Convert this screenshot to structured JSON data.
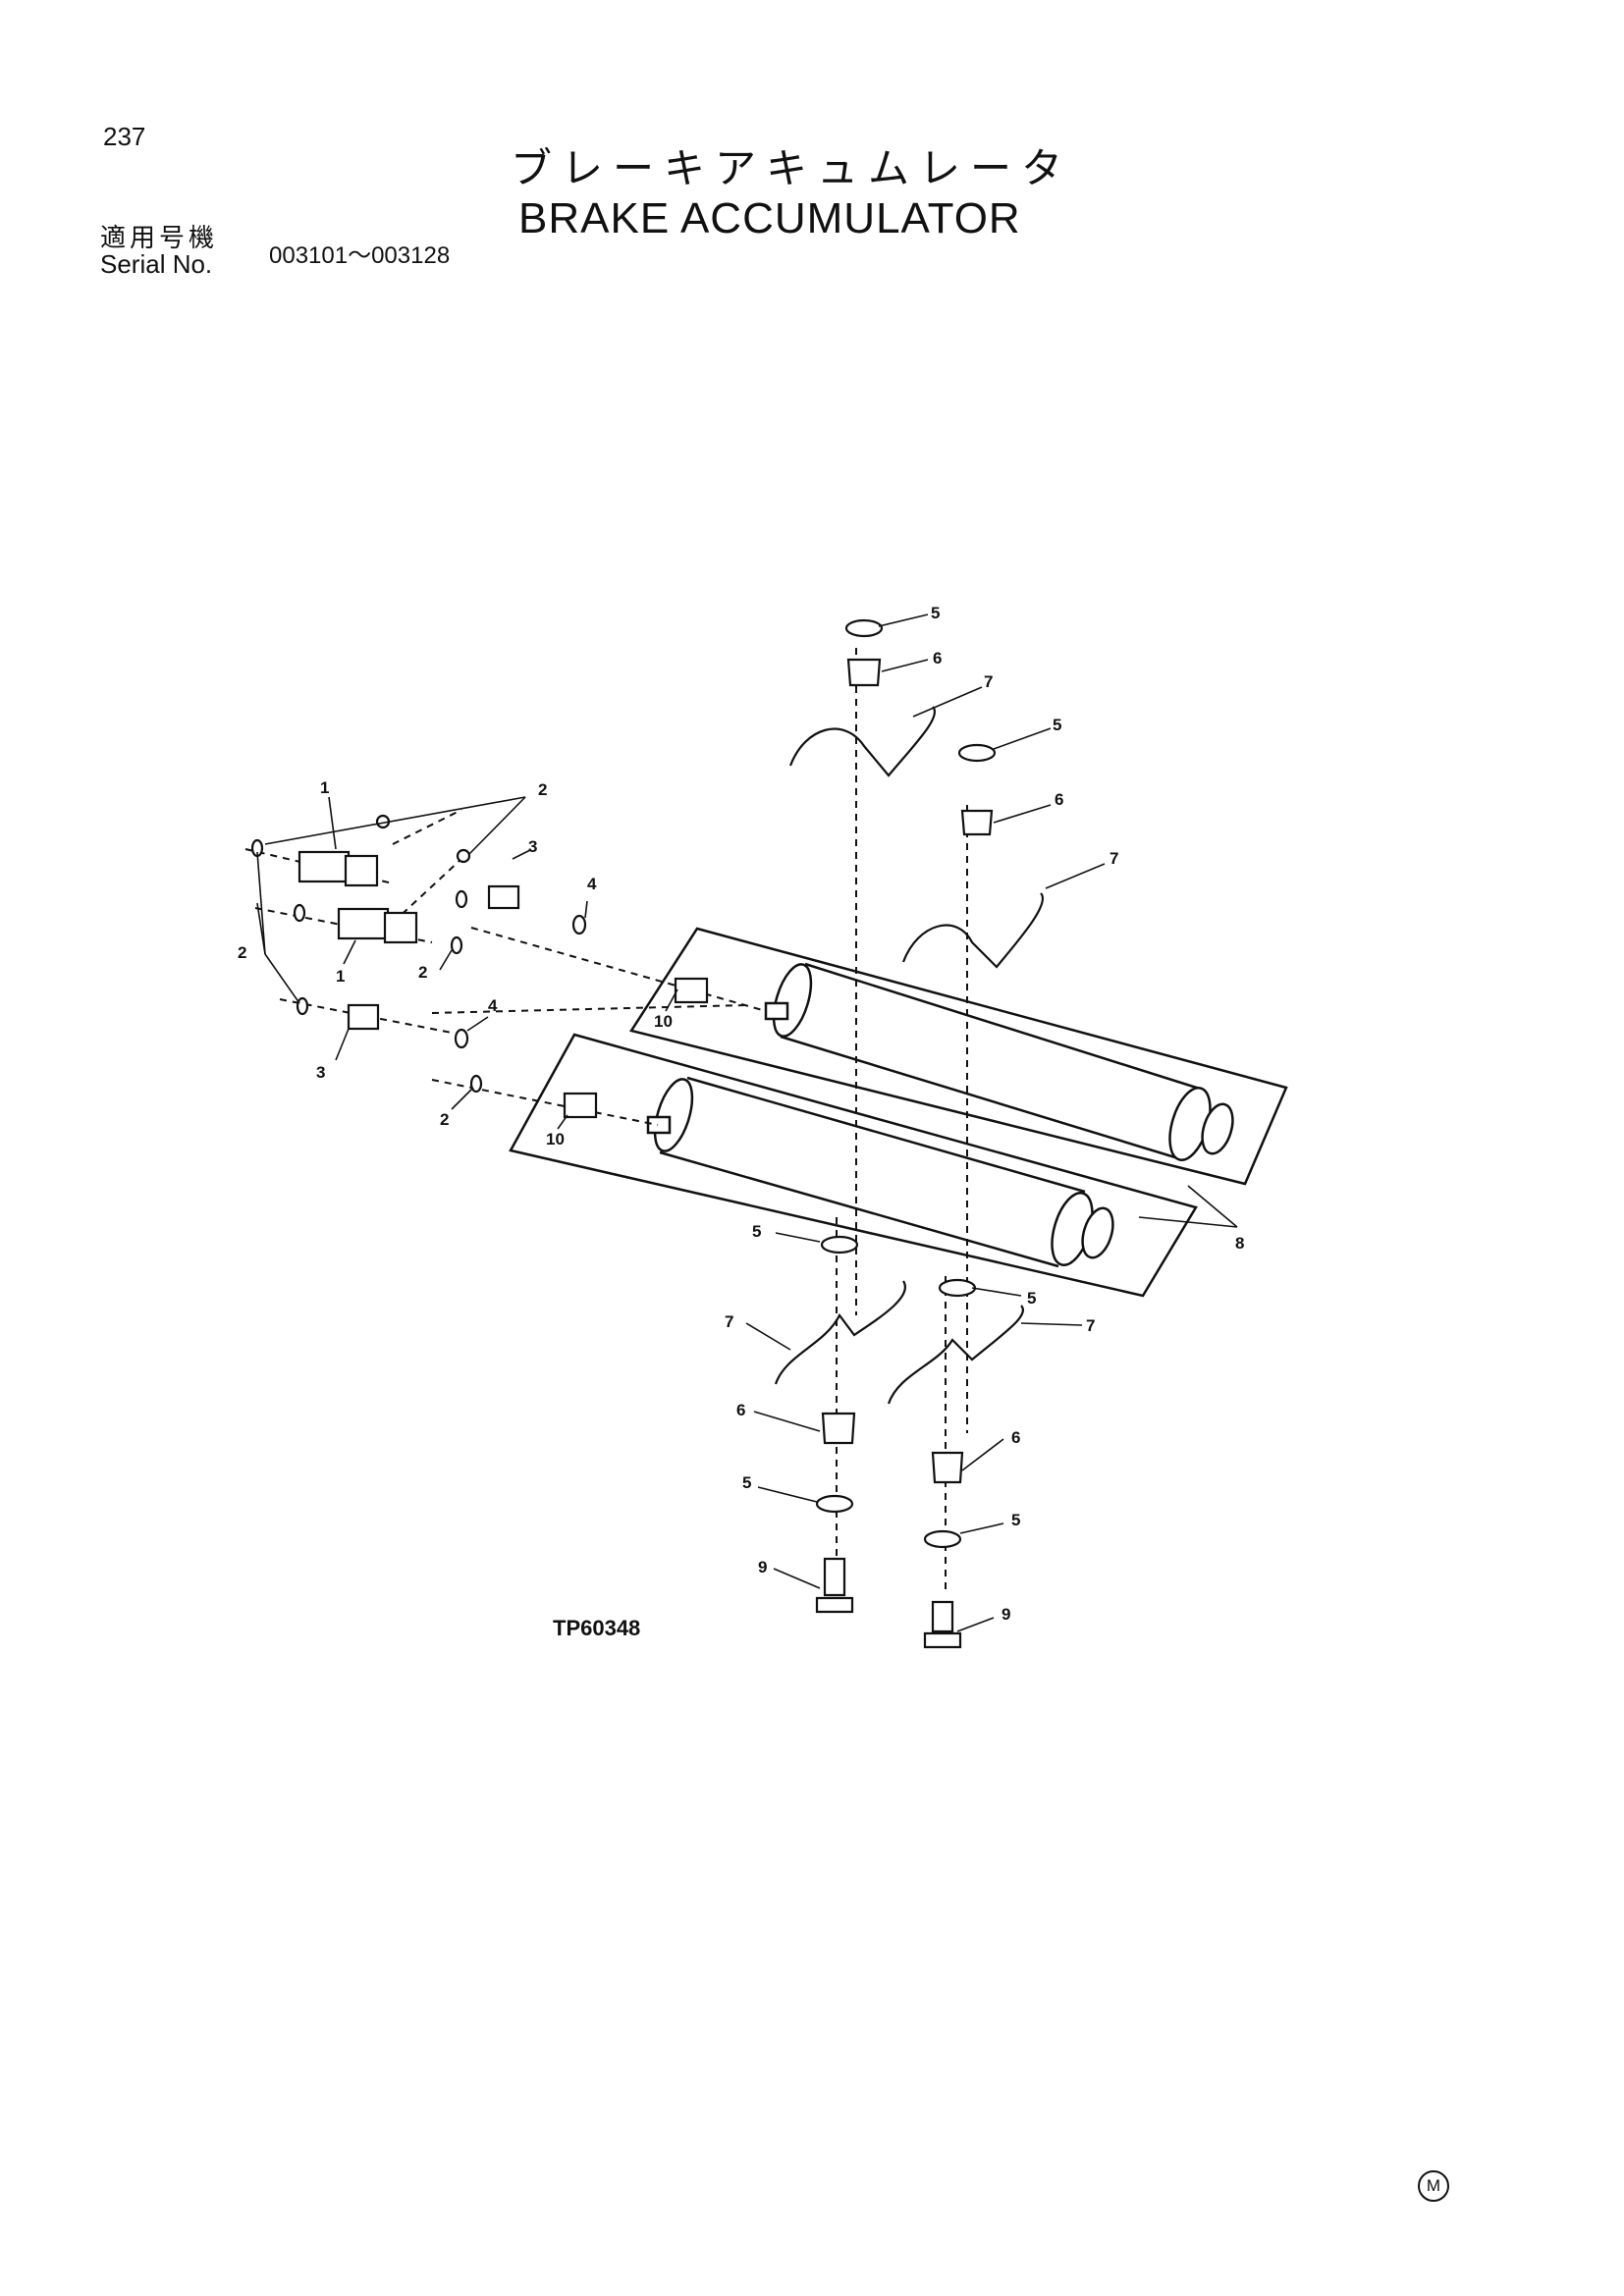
{
  "page": {
    "number": "237",
    "title_jp": "ブレーキアキュムレータ",
    "title_en": "BRAKE ACCUMULATOR",
    "serial_label_jp": "適用号機",
    "serial_label_en": "Serial No.",
    "serial_range": "003101～003128"
  },
  "diagram": {
    "drawing_code": "TP60348",
    "callouts": [
      "5",
      "6",
      "7",
      "5",
      "6",
      "7",
      "1",
      "2",
      "3",
      "4",
      "2",
      "1",
      "2",
      "10",
      "4",
      "3",
      "2",
      "10",
      "8",
      "5",
      "5",
      "7",
      "7",
      "6",
      "6",
      "5",
      "5",
      "9",
      "9"
    ]
  },
  "footer": {
    "mark": "M"
  }
}
